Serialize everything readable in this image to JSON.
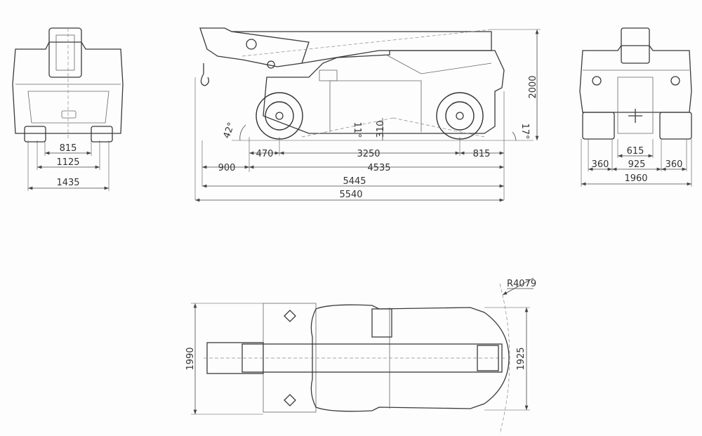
{
  "front_view": {
    "dims": {
      "track_inner": "815",
      "track_mid": "1125",
      "width": "1435"
    }
  },
  "side_view": {
    "dims": {
      "height": "2000",
      "approach_angle": "42°",
      "ramp_angle": "11°",
      "ground_clearance": "310",
      "departure_angle": "17°",
      "front_overhang": "470",
      "wheelbase": "3250",
      "rear_overhang": "815",
      "boom_overhang": "900",
      "chassis_length": "4535",
      "overall_length": "5445",
      "total_length": "5540"
    }
  },
  "rear_view": {
    "dims": {
      "inner": "615",
      "left_track": "360",
      "center": "925",
      "right_track": "360",
      "width": "1960"
    }
  },
  "top_view": {
    "dims": {
      "radius": "R4079",
      "width_left": "1990",
      "width_right": "1925"
    }
  }
}
